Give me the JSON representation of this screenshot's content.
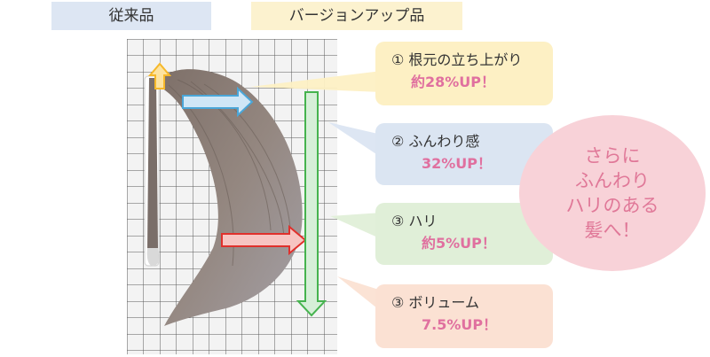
{
  "labels": {
    "before": "従来品",
    "after": "バージョンアップ品"
  },
  "callouts": [
    {
      "title": "① 根元の立ち上がり",
      "value": "約28%UP！"
    },
    {
      "title": "② ふんわり感",
      "value": "32%UP！"
    },
    {
      "title": "③ ハリ",
      "value": "約5%UP！"
    },
    {
      "title": "③ ボリューム",
      "value": "7.5%UP！"
    }
  ],
  "bubble": {
    "lines": [
      "さらに",
      "ふんわり",
      "ハリのある",
      "髪へ！"
    ]
  },
  "colors": {
    "hair": "#8c7f77",
    "grid": "#555555",
    "arrow_lift": "#f6b82a",
    "arrow_fluffy": "#4aa6d8",
    "arrow_firm": "#e0302c",
    "arrow_volume": "#45b34e",
    "value_text": "#e0709f"
  }
}
